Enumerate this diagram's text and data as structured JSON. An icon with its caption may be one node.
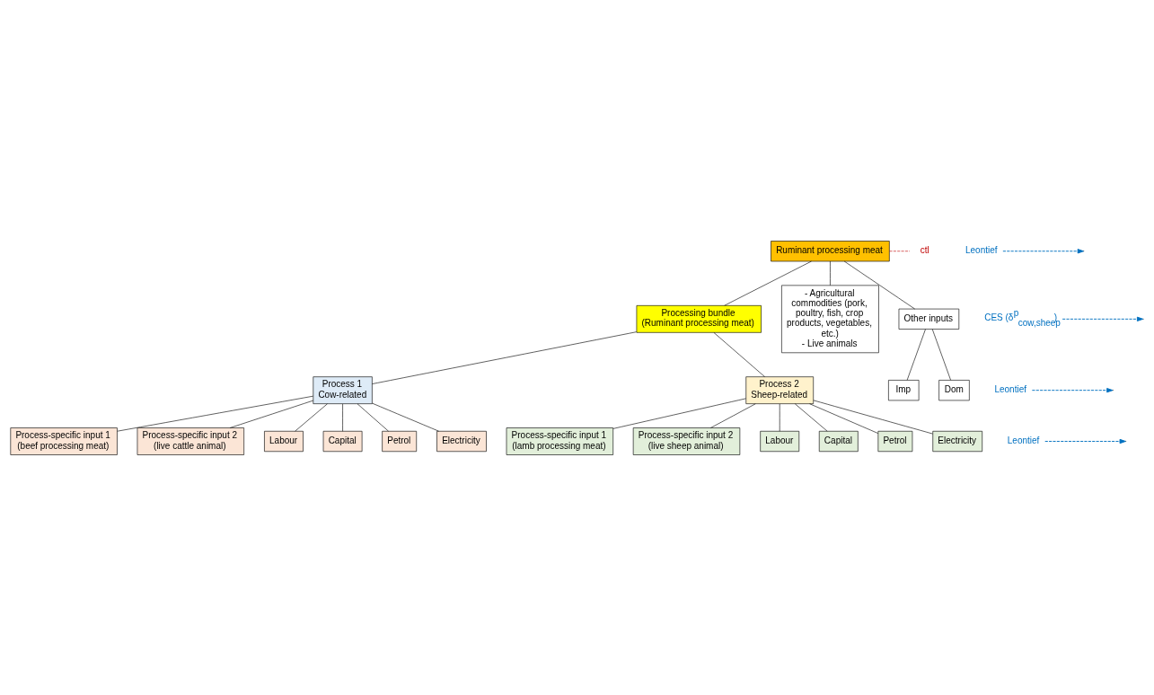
{
  "diagram": {
    "nodes": [
      {
        "text": [
          "Ruminant processing meat"
        ]
      },
      {
        "text": [
          "ctl"
        ]
      },
      {
        "text": [
          "Leontief"
        ]
      },
      {
        "text": [
          "Processing bundle",
          "(Ruminant processing meat)"
        ]
      },
      {
        "text": [
          "- Agricultural commodities (pork, poultry, fish, crop products, vegetables, etc.)",
          "- Live animals"
        ]
      },
      {
        "text": [
          "Other inputs"
        ]
      },
      {
        "text": [
          "CES (δ$^{p}$$_{cow,sheep}$)"
        ]
      },
      {
        "text": [
          "Imp"
        ]
      },
      {
        "text": [
          "Dom"
        ]
      },
      {
        "text": [
          "Process 1",
          "Cow-related"
        ]
      },
      {
        "text": [
          "Process 2",
          "Sheep-related"
        ]
      },
      {
        "text": [
          "Leontief"
        ]
      },
      {
        "text": [
          "Process-specific input 1",
          "(lamb processing meat)"
        ]
      },
      {
        "text": [
          "Process-specific input 2",
          "(live sheep animal)"
        ]
      },
      {
        "text": [
          "Labour"
        ]
      },
      {
        "text": [
          "Capital"
        ]
      },
      {
        "text": [
          "Petrol"
        ]
      },
      {
        "text": [
          "Electricity"
        ]
      },
      {
        "text": [
          "Leontief"
        ]
      },
      {
        "text": [
          "Process-specific input 1",
          "(beef processing meat)"
        ]
      },
      {
        "text": [
          "Process-specific input 2",
          "(live cattle animal)"
        ]
      },
      {
        "text": [
          "Labour"
        ]
      },
      {
        "text": [
          "Capital"
        ]
      },
      {
        "text": [
          "Petrol"
        ]
      },
      {
        "text": [
          "Electricity"
        ]
      }
    ],
    "edges": [
      {
        "from": 0,
        "to": 3,
        "arrow": "none"
      },
      {
        "from": 0,
        "to": 4,
        "arrow": "none"
      },
      {
        "from": 0,
        "to": 5,
        "arrow": "none"
      },
      {
        "from": 0,
        "to": 1,
        "arrow": "none",
        "style": "dashed",
        "color": "#c00000"
      },
      {
        "from": 2,
        "to": null,
        "arrow": "to",
        "style": "dashed",
        "color": "#0070c0"
      },
      {
        "from": 5,
        "to": 7,
        "arrow": "none"
      },
      {
        "from": 5,
        "to": 8,
        "arrow": "none"
      },
      {
        "from": 3,
        "to": 9,
        "arrow": "none"
      },
      {
        "from": 3,
        "to": 10,
        "arrow": "none"
      },
      {
        "from": 6,
        "to": null,
        "arrow": "to",
        "style": "dashed",
        "color": "#0070c0"
      },
      {
        "from": 11,
        "to": null,
        "arrow": "to",
        "style": "dashed",
        "color": "#0070c0"
      },
      {
        "from": 10,
        "to": 12,
        "arrow": "none"
      },
      {
        "from": 10,
        "to": 13,
        "arrow": "none"
      },
      {
        "from": 10,
        "to": 14,
        "arrow": "none"
      },
      {
        "from": 10,
        "to": 15,
        "arrow": "none"
      },
      {
        "from": 10,
        "to": 16,
        "arrow": "none"
      },
      {
        "from": 10,
        "to": 17,
        "arrow": "none"
      },
      {
        "from": 18,
        "to": null,
        "arrow": "to",
        "style": "dashed",
        "color": "#0070c0"
      },
      {
        "from": 9,
        "to": 19,
        "arrow": "none"
      },
      {
        "from": 9,
        "to": 20,
        "arrow": "none"
      },
      {
        "from": 9,
        "to": 21,
        "arrow": "none"
      },
      {
        "from": 9,
        "to": 22,
        "arrow": "none"
      },
      {
        "from": 9,
        "to": 23,
        "arrow": "none"
      },
      {
        "from": 9,
        "to": 24,
        "arrow": "none"
      }
    ]
  }
}
